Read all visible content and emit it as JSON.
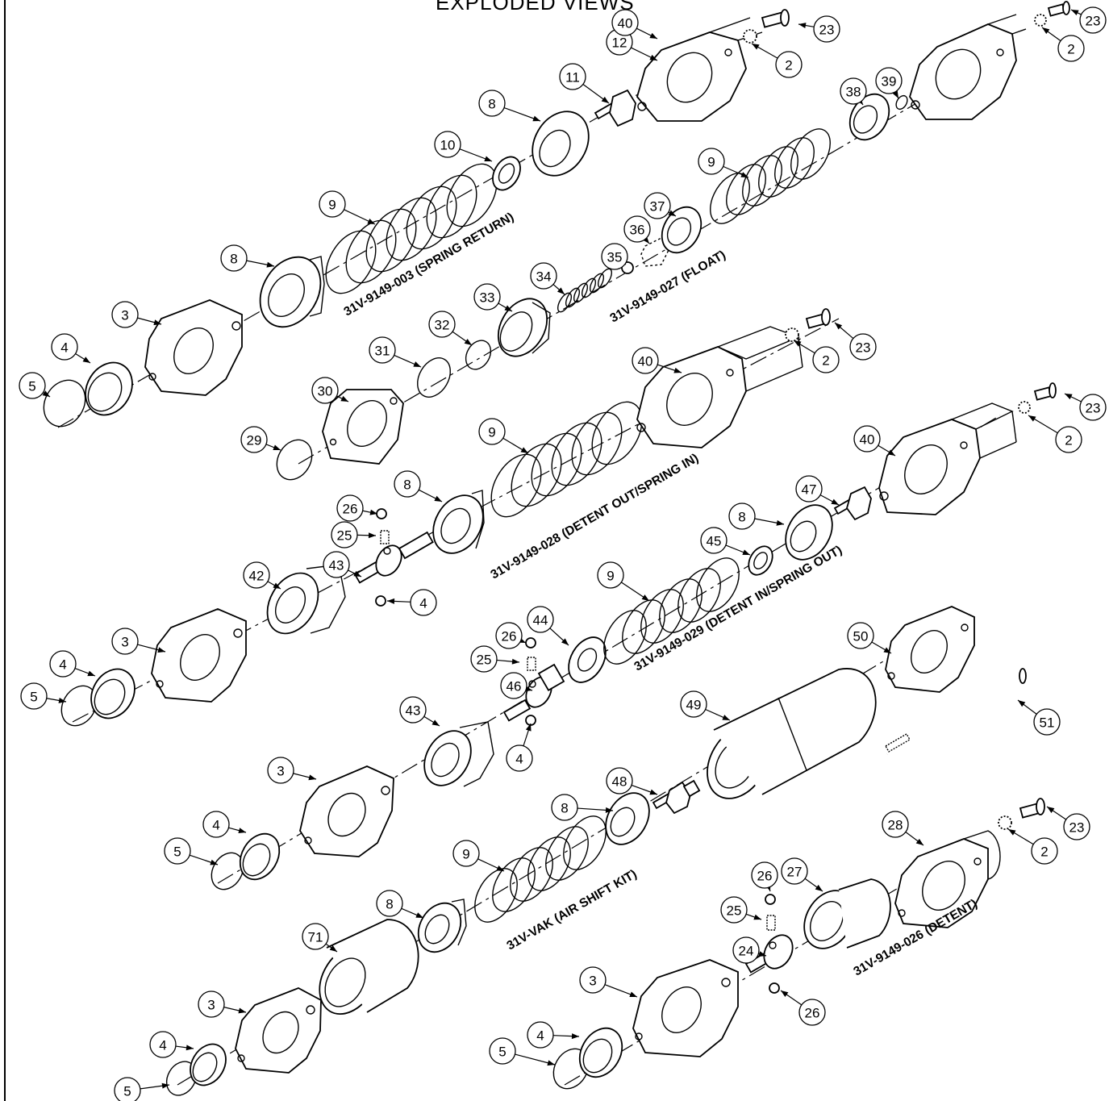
{
  "page": {
    "title": "EXPLODED VIEWS"
  },
  "assemblies": [
    {
      "id": "spring_return",
      "label": "31V-9149-003 (SPRING RETURN)"
    },
    {
      "id": "float",
      "label": "31V-9149-027 (FLOAT)"
    },
    {
      "id": "detent_out_spring_in",
      "label": "31V-9149-028 (DETENT OUT/SPRING IN)"
    },
    {
      "id": "detent_in_spring_out",
      "label": "31V-9149-029 (DETENT IN/SPRING OUT)"
    },
    {
      "id": "air_shift_kit",
      "label": "31V-VAK (AIR SHIFT KIT)"
    },
    {
      "id": "detent",
      "label": "31V-9149-026 (DETENT)"
    }
  ],
  "callouts": [
    "2",
    "2",
    "2",
    "2",
    "2",
    "3",
    "3",
    "3",
    "3",
    "3",
    "4",
    "4",
    "4",
    "4",
    "4",
    "4",
    "4",
    "5",
    "5",
    "5",
    "5",
    "5",
    "8",
    "8",
    "8",
    "8",
    "8",
    "8",
    "9",
    "9",
    "9",
    "9",
    "9",
    "10",
    "11",
    "12",
    "23",
    "23",
    "23",
    "23",
    "23",
    "24",
    "25",
    "25",
    "25",
    "26",
    "26",
    "26",
    "26",
    "27",
    "28",
    "29",
    "30",
    "31",
    "32",
    "33",
    "34",
    "35",
    "36",
    "37",
    "38",
    "39",
    "40",
    "40",
    "40",
    "42",
    "43",
    "43",
    "44",
    "45",
    "46",
    "47",
    "48",
    "49",
    "50",
    "51",
    "71"
  ]
}
